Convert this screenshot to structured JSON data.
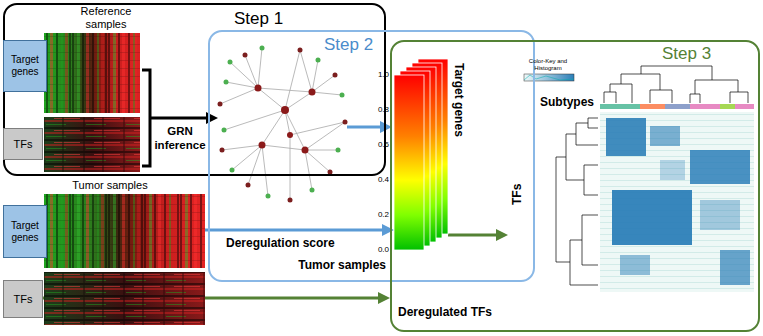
{
  "diagram": {
    "nodes": [
      {
        "text": [
          "Step 1"
        ]
      },
      {
        "text": [
          "Target genes"
        ],
        "in": 0
      },
      {
        "text": [
          "TFs"
        ],
        "in": 0
      },
      {
        "text": [
          "Step 2"
        ]
      },
      {
        "text": [
          "Target genes",
          "Tumor samples"
        ],
        "in": 3
      },
      {
        "text": [
          "Step 3"
        ]
      },
      {
        "text": [
          "Subtypes",
          "TFs"
        ],
        "in": 5
      },
      {
        "text": [
          "Target genes"
        ]
      },
      {
        "text": [
          "TFs"
        ]
      }
    ],
    "edges": [
      {
        "from": 7,
        "to": 4,
        "arrow": "to"
      },
      {
        "from": 8,
        "to": 5,
        "arrow": "to"
      },
      {
        "from": 4,
        "to": 6,
        "arrow": "to"
      }
    ],
    "labels": [
      "Reference samples",
      "GRN inference",
      "Tumor samples",
      "Deregulation score",
      "1.0",
      "0.8",
      "0.6",
      "0.4",
      "0.2",
      "0.0",
      "Deregulated TFs",
      "Color-Key and Histogram"
    ]
  }
}
